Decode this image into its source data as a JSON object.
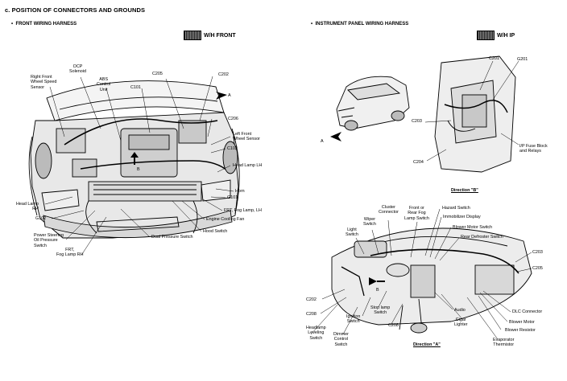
{
  "page_title": "c. POSITION OF CONNECTORS AND GROUNDS",
  "front": {
    "section_title": "FRONT WIRING HARNESS",
    "badge": "W/H FRONT",
    "labels": {
      "ocp": "OCP\nSolenoid",
      "rf_speed": "Right Front\nWheel Speed\nSensor",
      "abs": "ABS\nControl\nUnit",
      "c205": "C205",
      "c202": "C202",
      "c101": "C101",
      "arrow_a": "A",
      "c206": "C206",
      "lf_speed": "Left Front\nWheel Sensor",
      "c102": "C102",
      "arrow_b": "B",
      "head_lamp_lh": "Head Lamp LH",
      "horn": "Horn",
      "g101": "G101",
      "head_lamp_rh": "Head Lamp\nRH",
      "g102": "G102",
      "frt_fog_lh": "FRT, Fog Lamp, LH",
      "cooling_fan": "Engine Cooling Fan",
      "hood_switch": "Hood Switch",
      "ps_switch": "Power Steering\nOil Pressure\nSwitch",
      "dual_pressure": "Dual Pressure Switch",
      "frt_fog_rh": "FRT,\nFog Lamp RH"
    }
  },
  "ip": {
    "section_title": "INSTRUMENT PANEL WIRING HARNESS",
    "badge": "W/H IP",
    "labels": {
      "c201": "C201",
      "g201": "G201",
      "c203": "C203",
      "arrow_a": "A",
      "ip_fuse": "I/P Fuse Block\nand Relays",
      "c204": "C204",
      "direction_b": "Direction \"B\"",
      "cluster": "Cluster\nConnector",
      "front_rear_fog": "Front or\nRear Fog\nLamp Switch",
      "hazard": "Hazard Switch",
      "wiper": "Wiper\nSwitch",
      "immobilizer": "Immobilizer Display",
      "light_switch": "Light\nSwitch",
      "blower_switch": "Blower Motor Switch",
      "rear_defroster": "Rear Defroster Switch",
      "c203b": "C203",
      "c205": "C205",
      "arrow_b": "B",
      "c202": "C202",
      "dlc": "DLC Connector",
      "audio": "Audio",
      "c208": "C208",
      "stop_lamp": "Stop lamp\nSwitch",
      "ignition": "Ignition\nSwitch",
      "blower_motor": "Blower Motor",
      "cigar": "Cigar\nLighter",
      "blower_resistor": "Blower Resistor",
      "c208b": "C208",
      "headlamp_leveling": "Headlamp\nLeveling\nSwitch",
      "dimmer": "Dimmer\nControl\nSwitch",
      "direction_a": "Direction \"A\"",
      "evaporator": "Evaporator\nThermistor"
    }
  }
}
